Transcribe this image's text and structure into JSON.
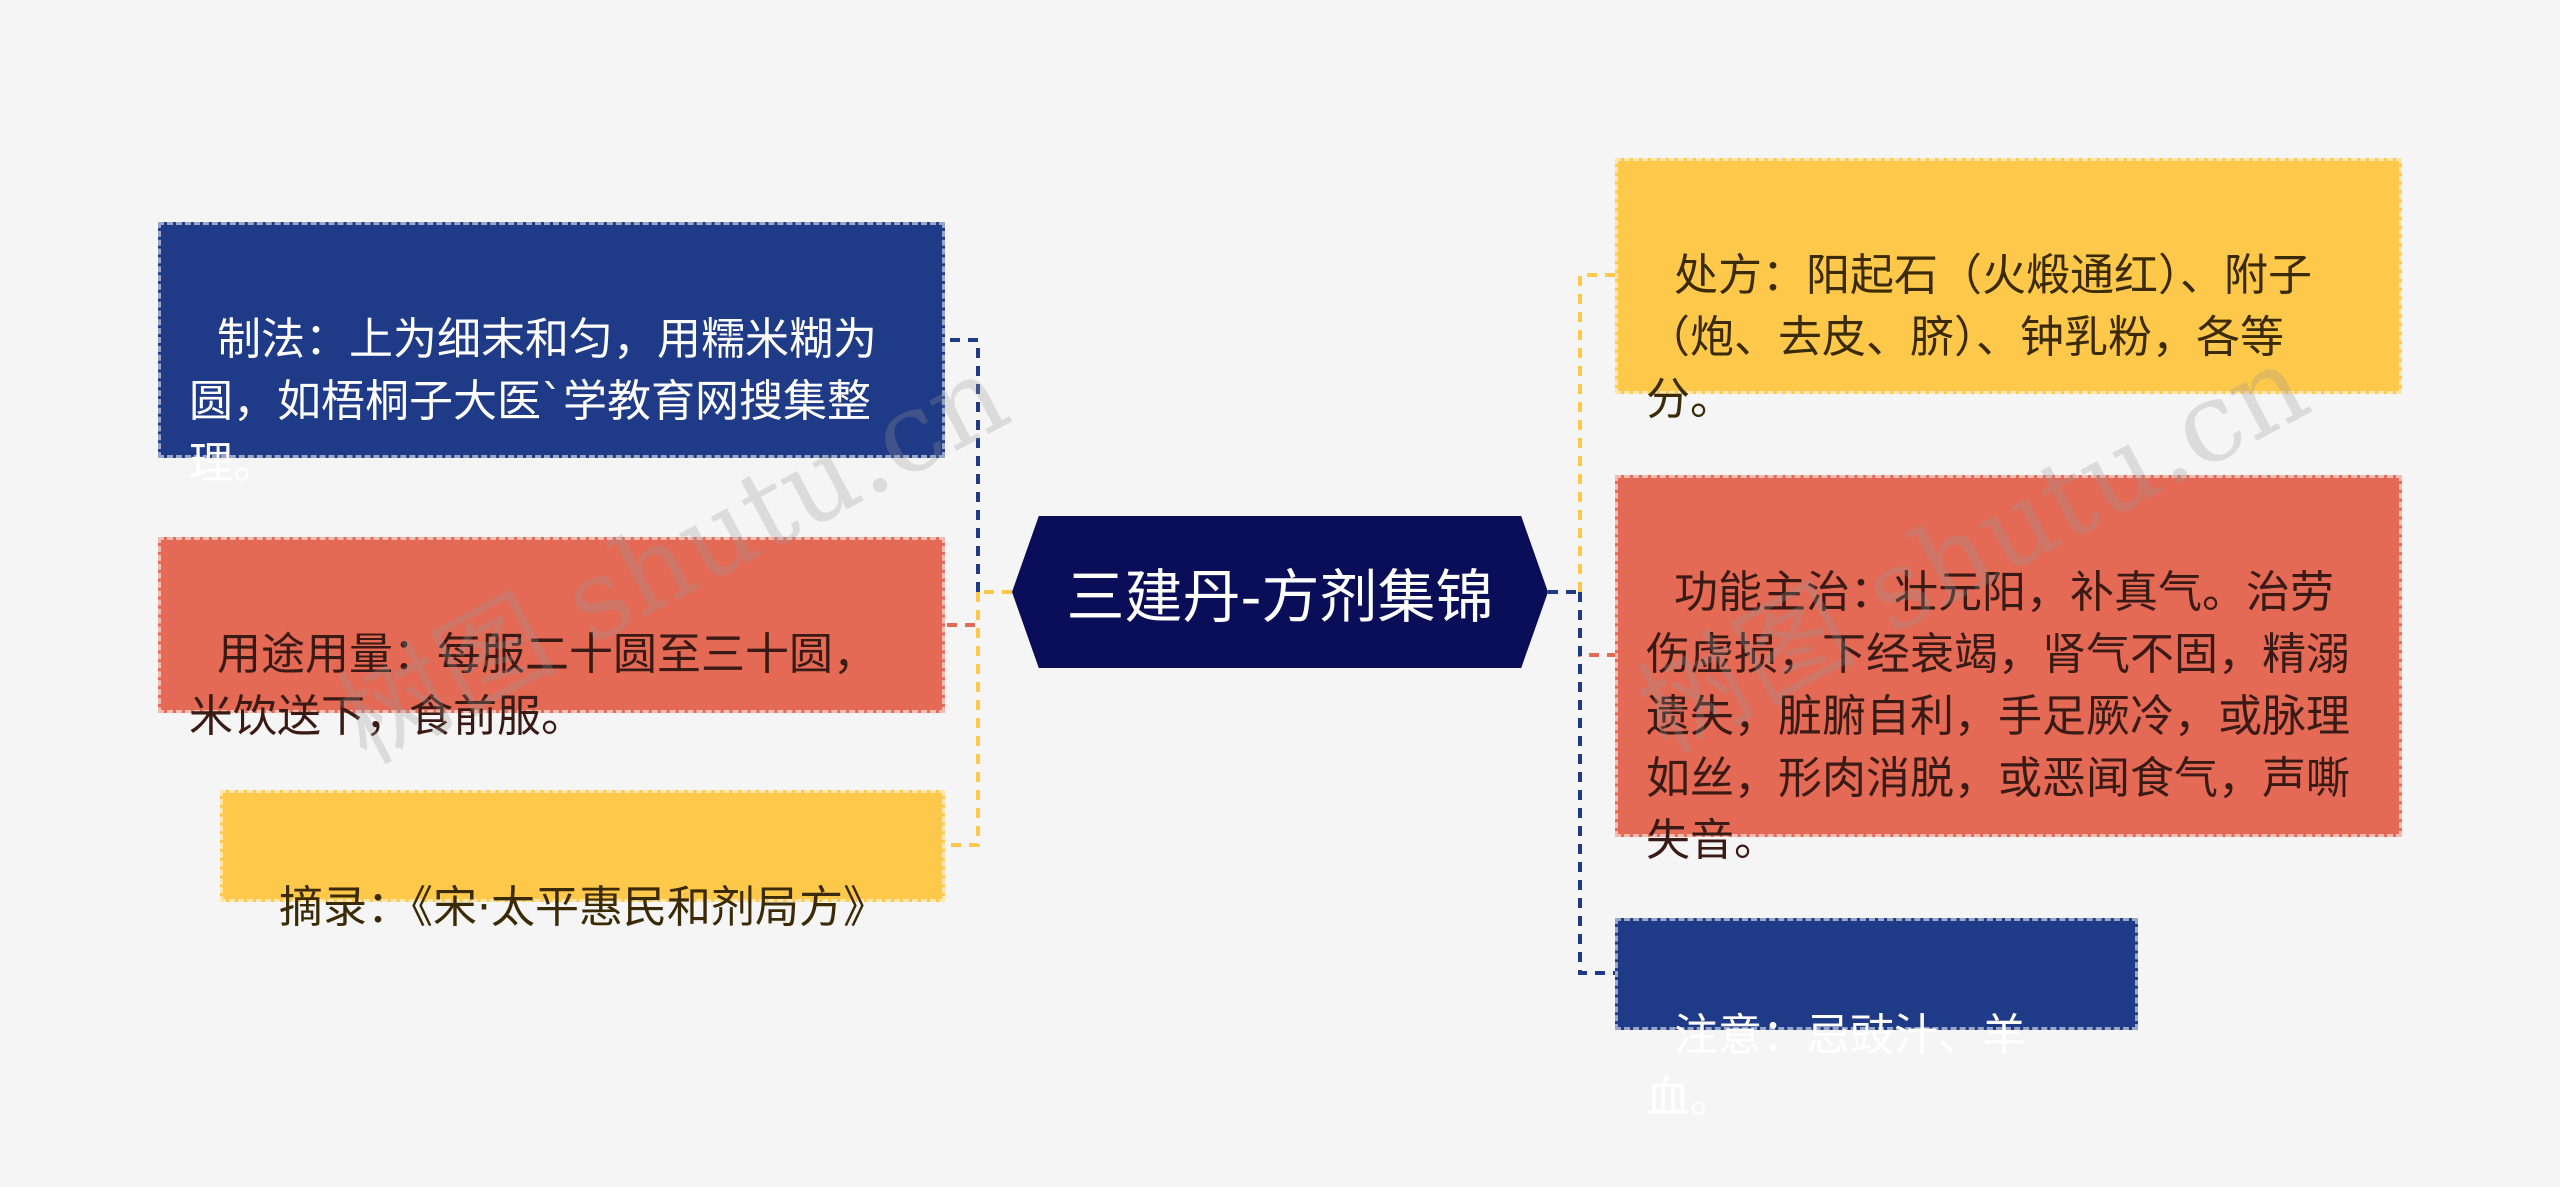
{
  "center": {
    "title": "三建丹-方剂集锦"
  },
  "left": {
    "zhifa": "制法：上为细末和匀，用糯米糊为圆，如梧桐子大医`学教育网搜集整理。",
    "yongtu": "用途用量：每服二十圆至三十圆，米饮送下，食前服。",
    "zhailu": "摘录：《宋·太平惠民和剂局方》"
  },
  "right": {
    "chufang": "处方：阳起石（火煅通红）、附子（炮、去皮、脐）、钟乳粉，各等分。",
    "gongneng": "功能主治：壮元阳，补真气。治劳伤虚损，下经衰竭，肾气不固，精溺遗失，脏腑自利，手足厥冷，或脉理如丝，形肉消脱，或恶闻食气，声嘶失音。",
    "zhuyi": "注意：忌豉汁、羊血。"
  },
  "watermark": {
    "text": "树图 shutu.cn"
  },
  "colors": {
    "blue": "#1f3a86",
    "red": "#e46a56",
    "yellow": "#fec84a",
    "center": "#0a0d57"
  }
}
